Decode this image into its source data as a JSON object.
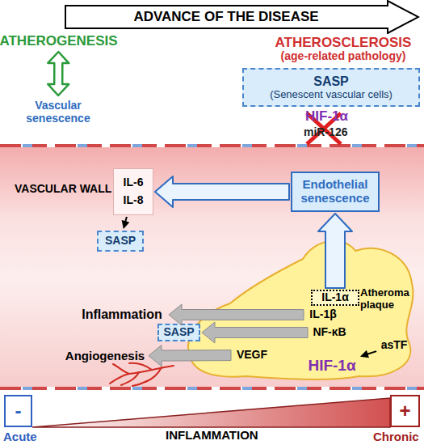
{
  "diagram": {
    "nodes": [
      {
        "text": [
          "ADVANCE OF THE DISEASE"
        ]
      },
      {
        "text": [
          "ATHEROGENESIS"
        ]
      },
      {
        "text": [
          "Vascular senescence"
        ]
      },
      {
        "text": [
          "ATHEROSCLEROSIS",
          "(age-related pathology)"
        ]
      },
      {
        "text": [
          "SASP",
          "(Senescent vascular cells)"
        ]
      },
      {
        "text": [
          "VASCULAR WALL"
        ]
      },
      {
        "text": [
          "IL-6",
          "IL-8"
        ],
        "in": 5
      },
      {
        "text": [
          "SASP"
        ],
        "in": 5
      },
      {
        "text": [
          "Endothelial senescence"
        ],
        "in": 5
      },
      {
        "text": [
          "Atheroma plaque"
        ],
        "in": 5
      },
      {
        "text": [
          "IL-1α"
        ],
        "in": 9
      },
      {
        "text": [
          "IL-1β"
        ],
        "in": 9
      },
      {
        "text": [
          "NF-κB"
        ],
        "in": 9
      },
      {
        "text": [
          "VEGF"
        ],
        "in": 9
      },
      {
        "text": [
          "HIF-1α"
        ],
        "in": 9
      },
      {
        "text": [
          "Inflammation"
        ],
        "in": 5
      },
      {
        "text": [
          "SASP"
        ],
        "in": 5
      },
      {
        "text": [
          "Angiogenesis"
        ],
        "in": 5
      },
      {
        "text": [
          "asTF"
        ],
        "in": 5
      },
      {
        "text": [
          "-"
        ]
      },
      {
        "text": [
          "+"
        ]
      }
    ],
    "edges": [
      {
        "from": 1,
        "to": 2,
        "arrow": "both"
      },
      {
        "from": 8,
        "to": 6,
        "arrow": "to"
      },
      {
        "from": 6,
        "to": 7,
        "arrow": "to"
      },
      {
        "from": 10,
        "to": 8,
        "arrow": "to"
      },
      {
        "from": 11,
        "to": 15,
        "arrow": "to"
      },
      {
        "from": 12,
        "to": 16,
        "arrow": "to"
      },
      {
        "from": 13,
        "to": 17,
        "arrow": "to"
      },
      {
        "from": 18,
        "to": 14,
        "arrow": "to"
      }
    ],
    "labels": [
      "HIF-1α",
      "miR-126",
      "Acute",
      "INFLAMMATION",
      "Chronic"
    ]
  }
}
